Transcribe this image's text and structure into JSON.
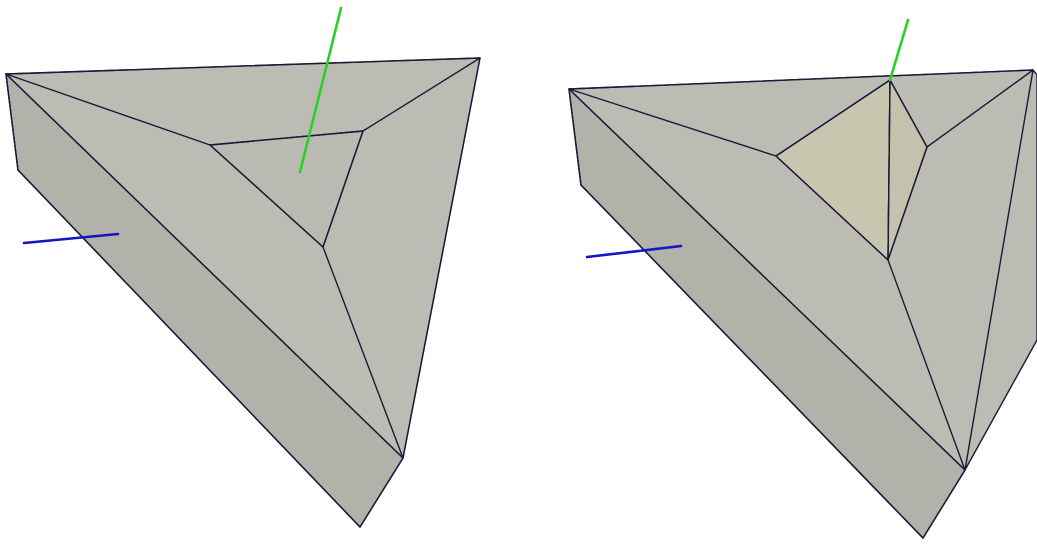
{
  "views": [
    {
      "id": "left",
      "faces": [
        {
          "name": "top-face",
          "shade": "light"
        },
        {
          "name": "front-face",
          "shade": "mid"
        },
        {
          "name": "inner-face",
          "shade": "light"
        }
      ],
      "highlight_face": false
    },
    {
      "id": "right",
      "faces": [
        {
          "name": "top-face",
          "shade": "light"
        },
        {
          "name": "front-face",
          "shade": "mid"
        },
        {
          "name": "inner-face",
          "shade": "light"
        }
      ],
      "highlight_face": true
    }
  ],
  "axes": [
    {
      "name": "y-axis",
      "color": "#2ad12a"
    },
    {
      "name": "z-axis",
      "color": "#1414c8"
    }
  ],
  "colors": {
    "background": "#ffffff",
    "face_light": "#bdbcb4",
    "face_mid": "#b4b3ab",
    "face_highlight": "#c9c6b0",
    "edge": "#1a1a3a"
  }
}
